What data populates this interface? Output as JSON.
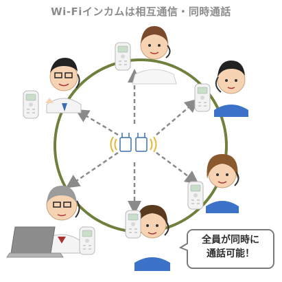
{
  "title": "Wi-Fiインカムは相互通信・同時通話",
  "callout": {
    "line1": "全員が同時に",
    "line2": "通話可能！"
  },
  "colors": {
    "ring": "#6f7f3c",
    "arrow": "#8a8a8a",
    "wifi_wave": "#e7b731",
    "router": "#3b6fb3",
    "nurse_uniform": "#3c73c9",
    "doctor_coat": "#f4f4f4",
    "device": "#f3f3f3",
    "bubble_border": "#7a7a7a"
  },
  "icons": [
    "wifi-router-icon",
    "intercom-device-icon",
    "headset-icon",
    "laptop-icon"
  ]
}
